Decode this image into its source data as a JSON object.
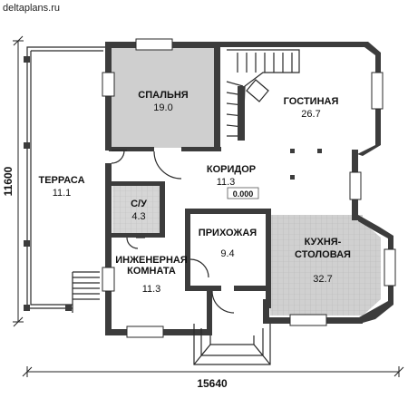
{
  "watermark": "deltaplans.ru",
  "level_mark": "0.000",
  "dimensions": {
    "width": "15640",
    "height": "11600"
  },
  "rooms": [
    {
      "id": "bedroom",
      "name": "СПАЛЬНЯ",
      "area": "19.0"
    },
    {
      "id": "living",
      "name": "ГОСТИНАЯ",
      "area": "26.7"
    },
    {
      "id": "terrace",
      "name": "ТЕРРАСА",
      "area": "11.1"
    },
    {
      "id": "corridor",
      "name": "КОРИДОР",
      "area": "11.3"
    },
    {
      "id": "wc",
      "name": "С/У",
      "area": "4.3"
    },
    {
      "id": "hall",
      "name": "ПРИХОЖАЯ",
      "area": "9.4"
    },
    {
      "id": "kitchen",
      "name_line1": "КУХНЯ-",
      "name_line2": "СТОЛОВАЯ",
      "area": "32.7"
    },
    {
      "id": "engineering",
      "name_line1": "ИНЖЕНЕРНАЯ",
      "name_line2": "КОМНАТА",
      "area": "11.3"
    }
  ],
  "colors": {
    "wall": "#3c3c3c",
    "bedroom_fill": "#cfcfcf",
    "wc_fill": "#cfcfcf",
    "kitchen_fill": "#d4d4d4"
  }
}
